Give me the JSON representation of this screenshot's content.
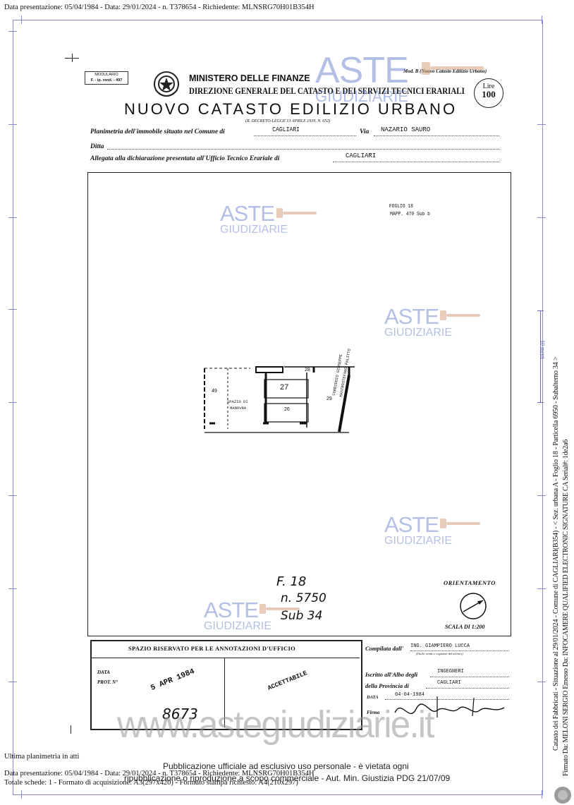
{
  "header_line": "Data presentazione: 05/04/1984 - Data: 29/01/2024 - n. T378654 - Richiedente: MLNSRG70H01B354H",
  "form": {
    "modulario": "MODULARIO",
    "modulario_code": "F. - ip. rend. - 497",
    "ministry": "MINISTERO DELLE FINANZE",
    "direction": "DIREZIONE GENERALE DEL CATASTO E DEI SERVIZI TECNICI ERARIALI",
    "title": "NUOVO CATASTO EDILIZIO URBANO",
    "decree": "(R. DECRETO-LEGGE 13 APRILE 1939, N. 652)",
    "mod": "Mod. B (Nuovo Catasto Edilizio Urbano)",
    "stamp_label": "Lire",
    "stamp_value": "100",
    "planimetria_label": "Planimetria dell'immobile situato nel Comune di",
    "comune": "CAGLIARI",
    "via_label": "Via",
    "via": "NAZARIO SAURO",
    "ditta_label": "Ditta",
    "allegata_label": "Allegata alla dichiarazione presentata all'Ufficio Tecnico Erariale di",
    "ufficio": "CAGLIARI"
  },
  "plan": {
    "foglio": "FOGLIO 18",
    "mapp": "MAPP. 470 Sub b",
    "room_27": "27",
    "room_28": "28",
    "room_29": "29",
    "room_26": "26",
    "room_49": "49",
    "spazio": "SPAZIO DI",
    "manovra": "MANOVRA",
    "street_1": "CORRIDOIO GIUSEPPE",
    "street_2": "MASTROSTEFANO PALITTO",
    "note_1": "F. 18",
    "note_2": "n. 5750",
    "note_3": "Sub 34",
    "orientamento": "ORIENTAMENTO",
    "scala": "SCALA DI 1:200"
  },
  "bottom": {
    "spazio_riservato": "SPAZIO RISERVATO PER LE ANNOTAZIONI D'UFFICIO",
    "data_label": "DATA",
    "prot_label": "PROT. N°",
    "stamp_date": "5 APR 1984",
    "accettabile": "ACCETTABILE",
    "prot_number": "8673",
    "compilata_label": "Compilata dall'",
    "compilata_value": "ING. GIAMPIERO LUCCA",
    "titolo_note": "(Titolo, nome e cognome del tecnico)",
    "iscritto_label": "Iscritto all'Albo degli",
    "iscritto_value": "INGEGNERI",
    "provincia_label": "della Provincia di",
    "provincia_value": "CAGLIARI",
    "data2_label": "DATA",
    "data2_value": "04-04-1984",
    "firma_label": "Firma"
  },
  "watermarks": {
    "aste": "ASTE",
    "giudiziarie": "GIUDIZIARIE",
    "site": "www.astegiudiziarie.it"
  },
  "footer": {
    "ultima": "Ultima planimetria in atti",
    "line1": "Data presentazione: 05/04/1984 - Data: 29/01/2024 - n. T378654 - Richiedente: MLNSRG70H01B354H",
    "line2": "Totale schede: 1 - Formato di acquisizione: A3(297x420) - Formato stampa richiesto: A4(210x297)",
    "pub1": "Pubblicazione ufficiale ad esclusivo uso personale - è vietata ogni",
    "pub2": "ripubblicazione o riproduzione a scopo commerciale - Aut. Min. Giustizia PDG 21/07/09"
  },
  "side": {
    "scale_label": "10 metri",
    "line1": "Catasto dei Fabbricati - Situazione al 29/01/2024 - Comune di CAGLIARI(B354) - < Sez. urbana A - Foglio 18 - Particella 6950 - Subalterno 34 >",
    "line2": "Firmato Da: MELONI SERGIO Emesso Da: INFOCAMERE QUALIFIED ELECTRONIC SIGNATURE CA Serial#: 1de2a6"
  }
}
